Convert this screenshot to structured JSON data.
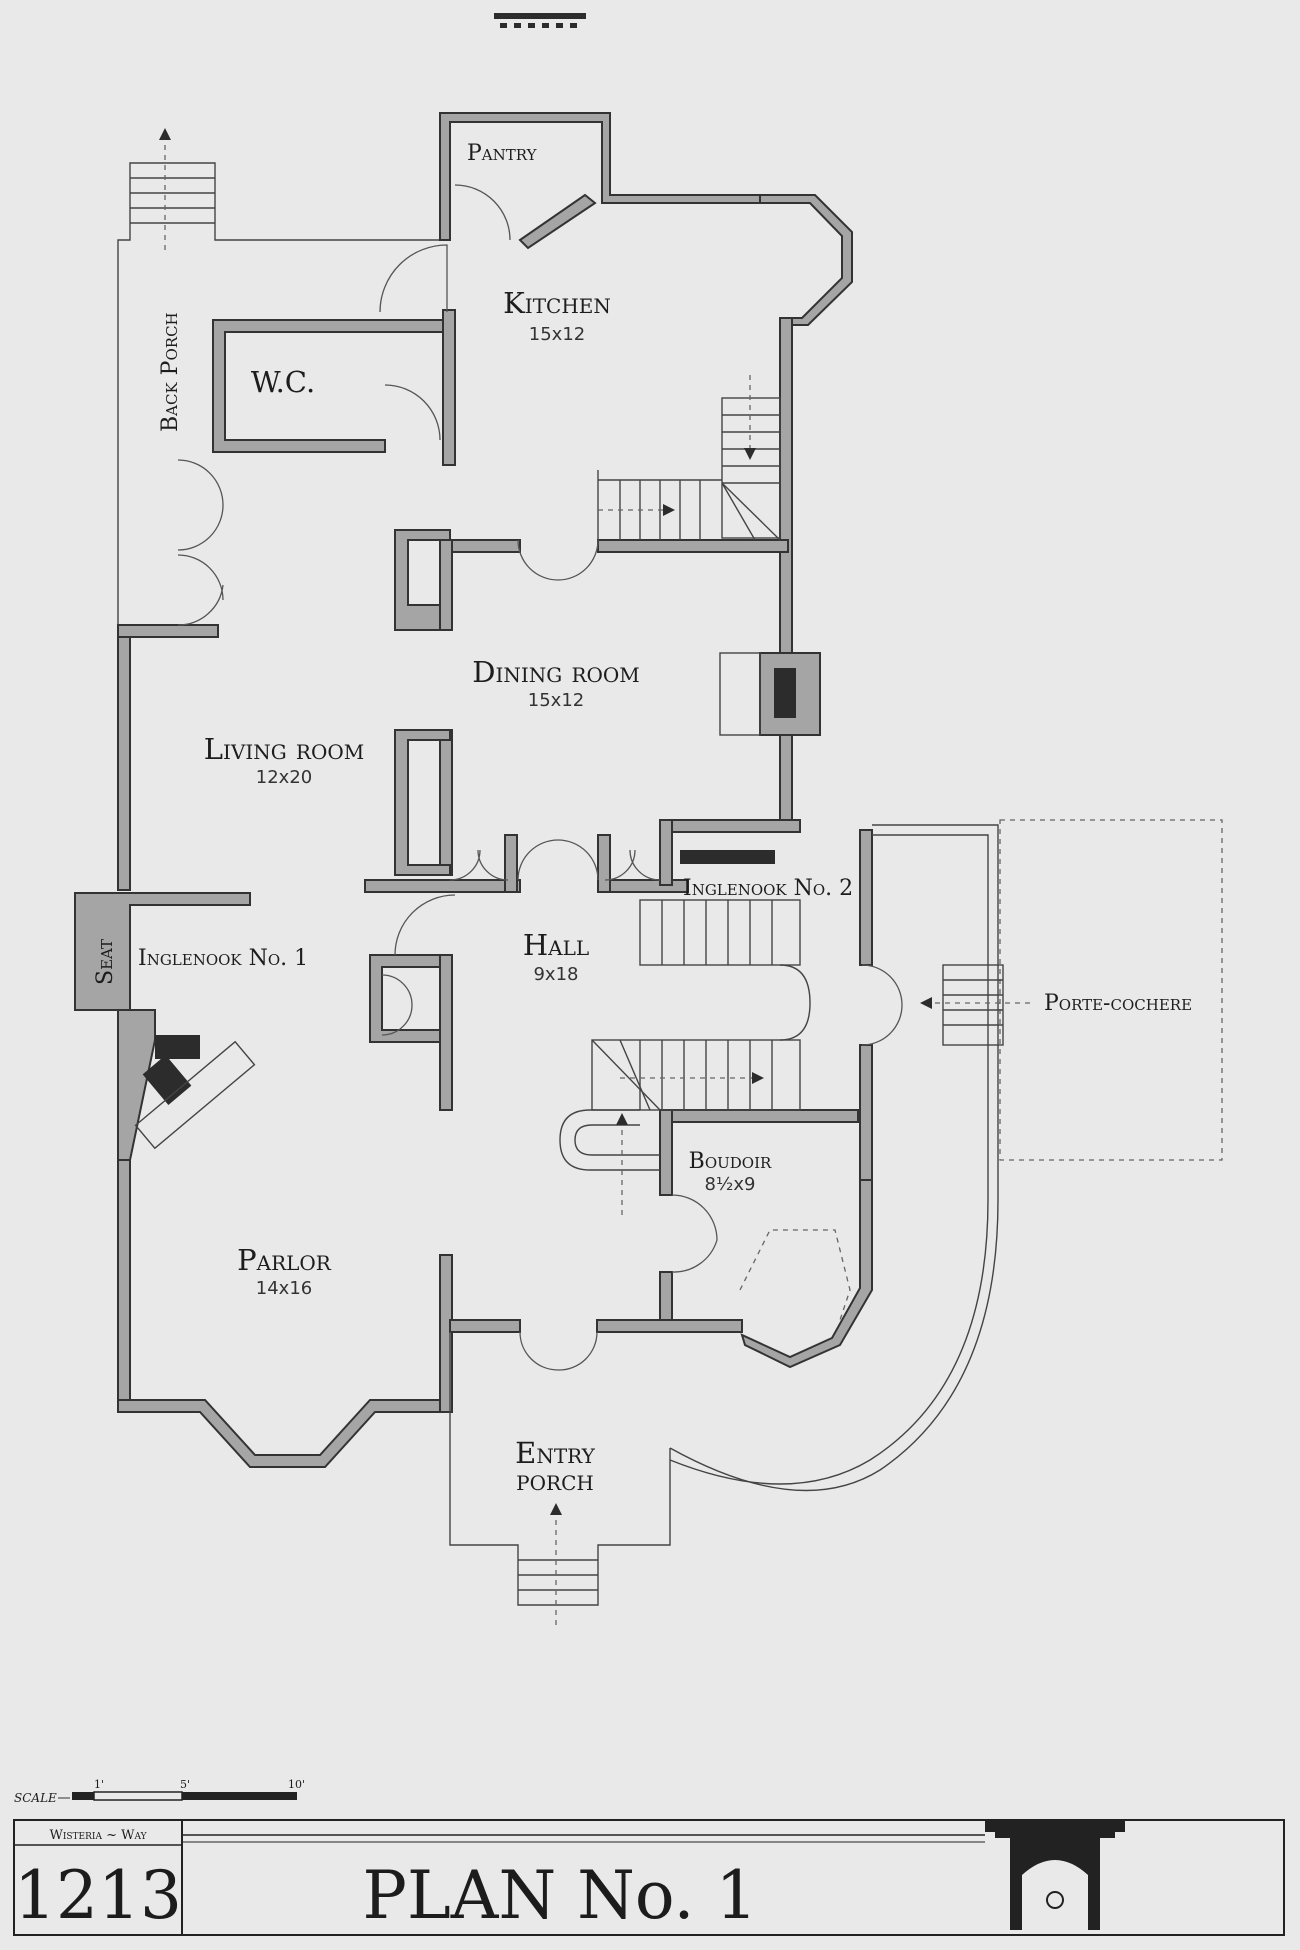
{
  "rooms": {
    "pantry": {
      "name": "Pantry"
    },
    "kitchen": {
      "name": "Kitchen",
      "dim": "15x12"
    },
    "wc": {
      "name": "W.C."
    },
    "back_porch": {
      "name": "Back Porch"
    },
    "dining": {
      "name": "Dining room",
      "dim": "15x12"
    },
    "living": {
      "name": "Living room",
      "dim": "12x20"
    },
    "inglenook1": {
      "name": "Inglenook No. 1"
    },
    "seat": {
      "name": "Seat"
    },
    "inglenook2": {
      "name": "Inglenook No. 2"
    },
    "hall": {
      "name": "Hall",
      "dim": "9x18"
    },
    "porte_cochere": {
      "name": "Porte-cochere"
    },
    "boudoir": {
      "name": "Boudoir",
      "dim": "8½x9"
    },
    "parlor": {
      "name": "Parlor",
      "dim": "14x16"
    },
    "entry_porch": {
      "name": "Entry",
      "name2": "porch"
    }
  },
  "scale": {
    "label": "SCALE",
    "ticks": [
      "1'",
      "5'",
      "10'"
    ]
  },
  "title_block": {
    "street": "Wisteria ~ Way",
    "number": "1213",
    "plan": "PLAN No. 1"
  }
}
